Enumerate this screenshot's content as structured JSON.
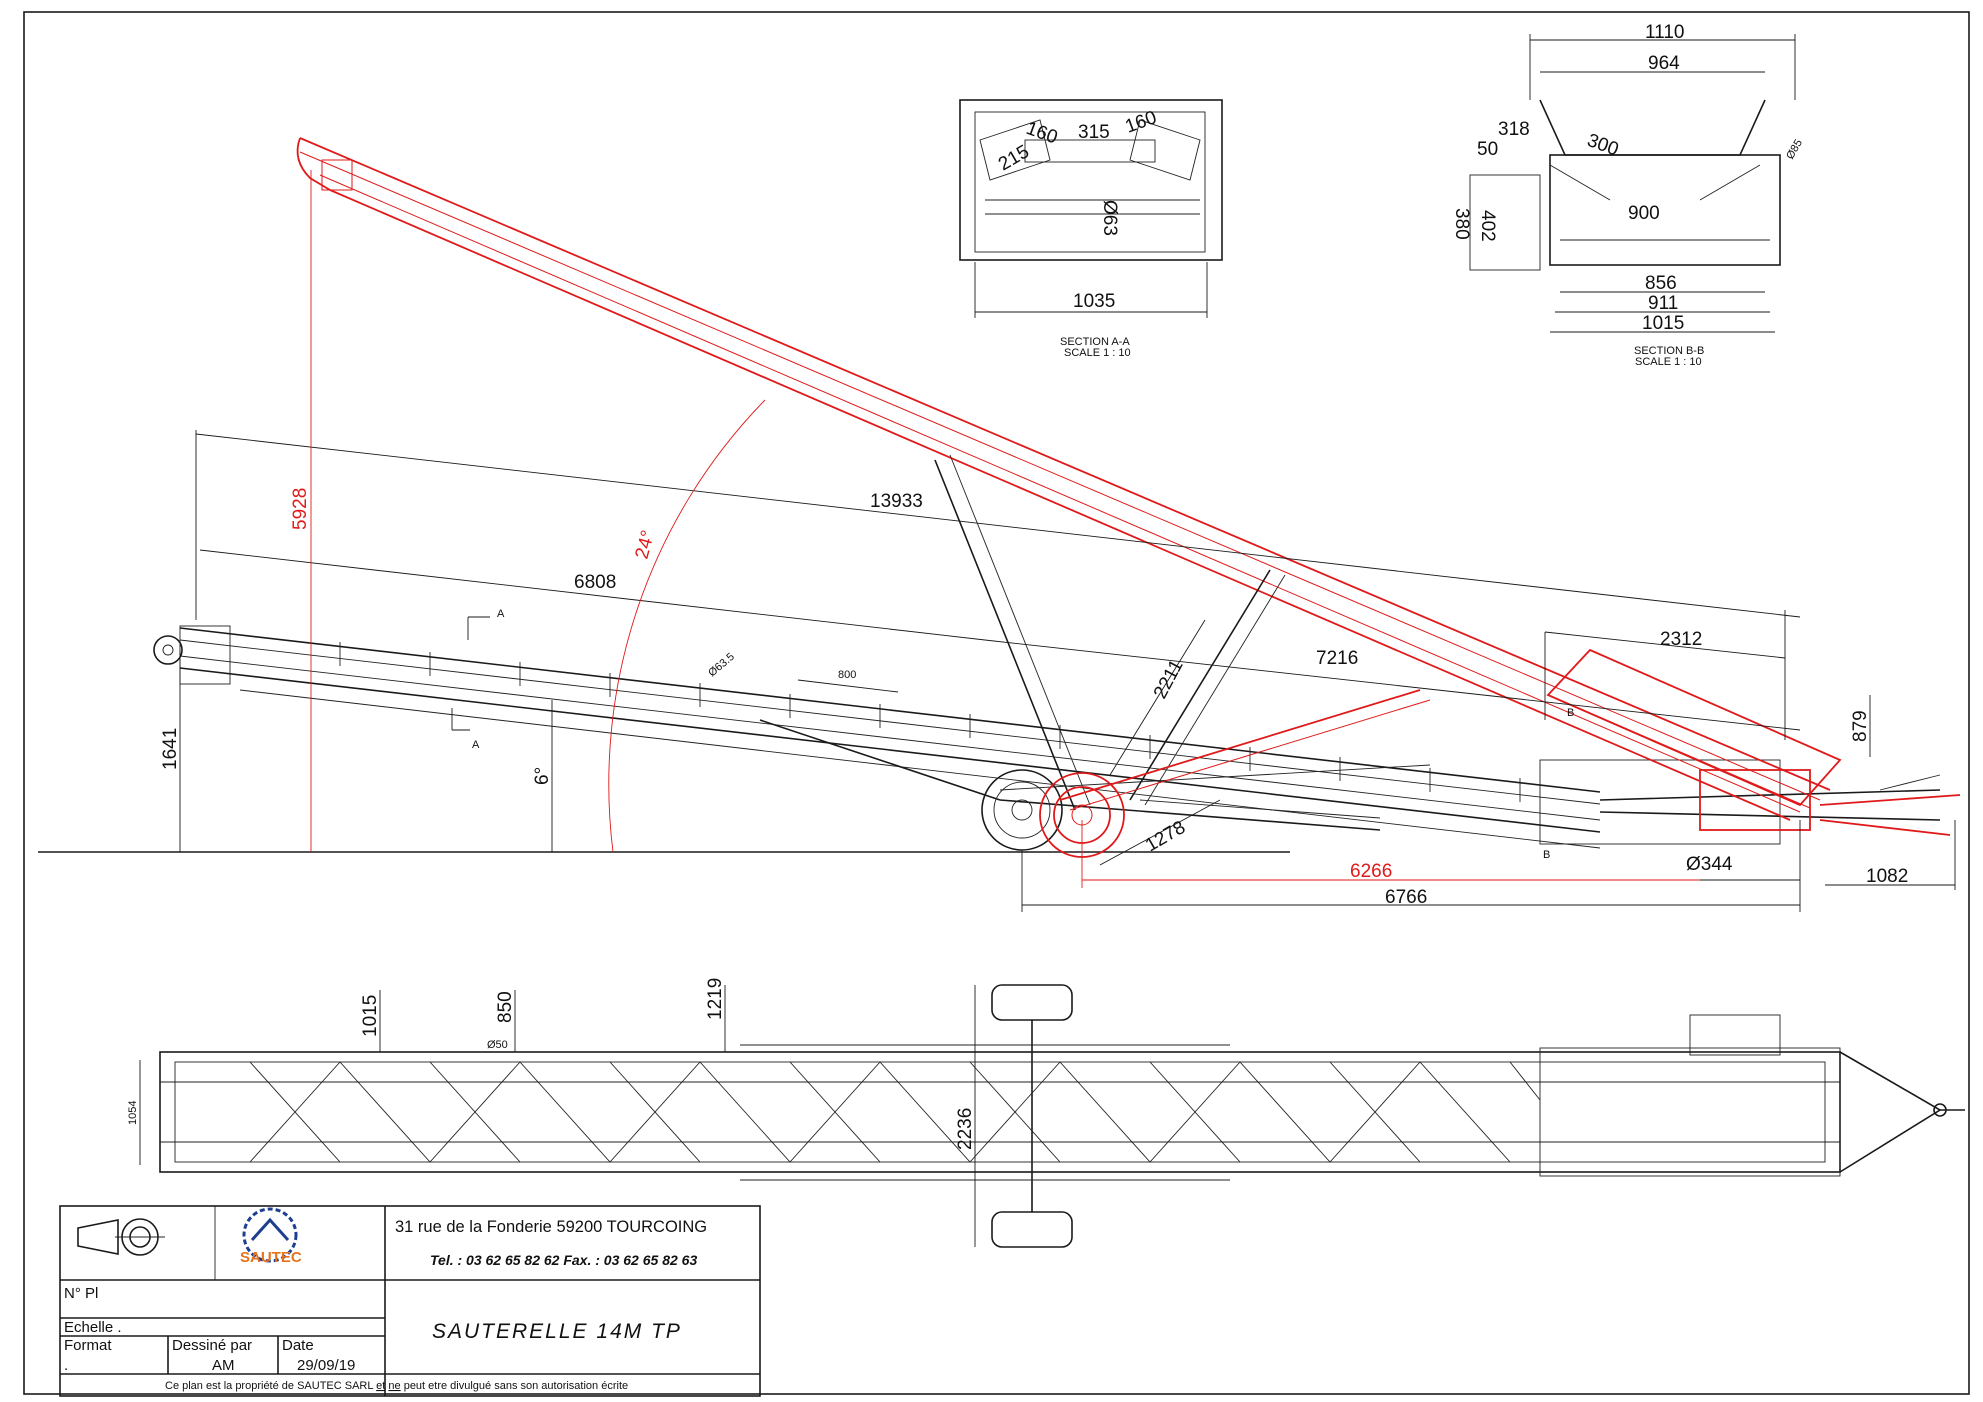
{
  "side_view": {
    "dims": {
      "length_total": "13933",
      "length_lower": "6808",
      "height_raised": "5928",
      "angle_raised": "24°",
      "angle_low": "6°",
      "height_low": "1641",
      "strut": "2211",
      "upper_segment": "7216",
      "hopper_len": "2312",
      "hopper_h": "879",
      "axle_arm": "1278",
      "axle_to_end": "6266",
      "wheel_to_end": "6766",
      "hitch": "1082",
      "drum": "Ø344",
      "pitch": "800",
      "roller": "Ø63.5"
    },
    "section_marks": {
      "a": "A",
      "b": "B"
    }
  },
  "section_aa": {
    "dims": {
      "w1": "160",
      "w2": "315",
      "w3": "160",
      "h1": "215",
      "d": "Ø63",
      "width": "1035"
    },
    "caption": "SECTION A-A",
    "scale": "SCALE 1 : 10"
  },
  "section_bb": {
    "dims": {
      "top_outer": "1110",
      "top_inner": "964",
      "left_off": "318",
      "left_small": "50",
      "roll": "300",
      "roll_d": "Ø85",
      "h1": "402",
      "h2": "380",
      "mid": "900",
      "w1": "856",
      "w2": "911",
      "w3": "1015"
    },
    "caption": "SECTION B-B",
    "scale": "SCALE 1 : 10"
  },
  "plan_view": {
    "dims": {
      "frame_w": "1015",
      "belt_w": "850",
      "roller": "Ø50",
      "axle_w": "1219",
      "track": "2236",
      "end_w": "1054"
    }
  },
  "title_block": {
    "address": "31 rue de la Fonderie  59200  TOURCOING",
    "phone": "Tel. : 03 62 65 82 62   Fax. : 03 62 65 82 63",
    "logo": "SAUTEC",
    "plan_no_label": "N° Pl",
    "scale_label": "Echelle .",
    "format_label": "Format",
    "format_value": ".",
    "drawn_by_label": "Dessiné par",
    "drawn_by_value": "AM",
    "date_label": "Date",
    "date_value": "29/09/19",
    "title": "SAUTERELLE  14M  TP",
    "notice_pre": "Ce plan est la propriété de SAUTEC SARL ",
    "notice_et": "et",
    "notice_mid": " ",
    "notice_ne": "ne",
    "notice_post": " peut etre divulgué sans son autorisation écrite"
  },
  "colors": {
    "line": "#1a1a1a",
    "accent": "#e01a1a",
    "logo_blue": "#1d3f8f",
    "logo_orange": "#e5731c"
  }
}
